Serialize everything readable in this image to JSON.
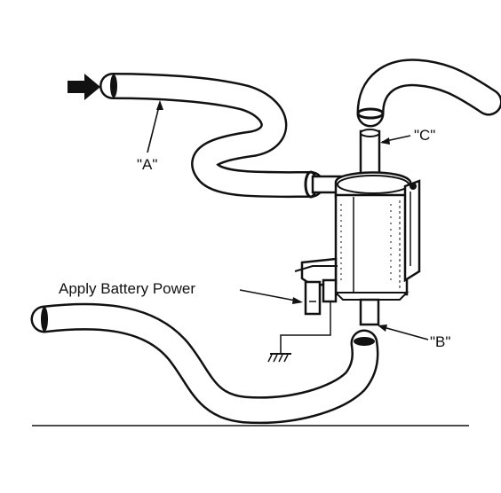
{
  "labels": {
    "hose_a": "\"A\"",
    "port_b": "\"B\"",
    "port_c": "\"C\"",
    "battery": "Apply Battery Power"
  },
  "colors": {
    "ink": "#111111",
    "background": "#ffffff",
    "hose_fill": "#ffffff"
  },
  "icons": {
    "arrow": "flow-direction-arrow",
    "ground": "ground-symbol"
  }
}
